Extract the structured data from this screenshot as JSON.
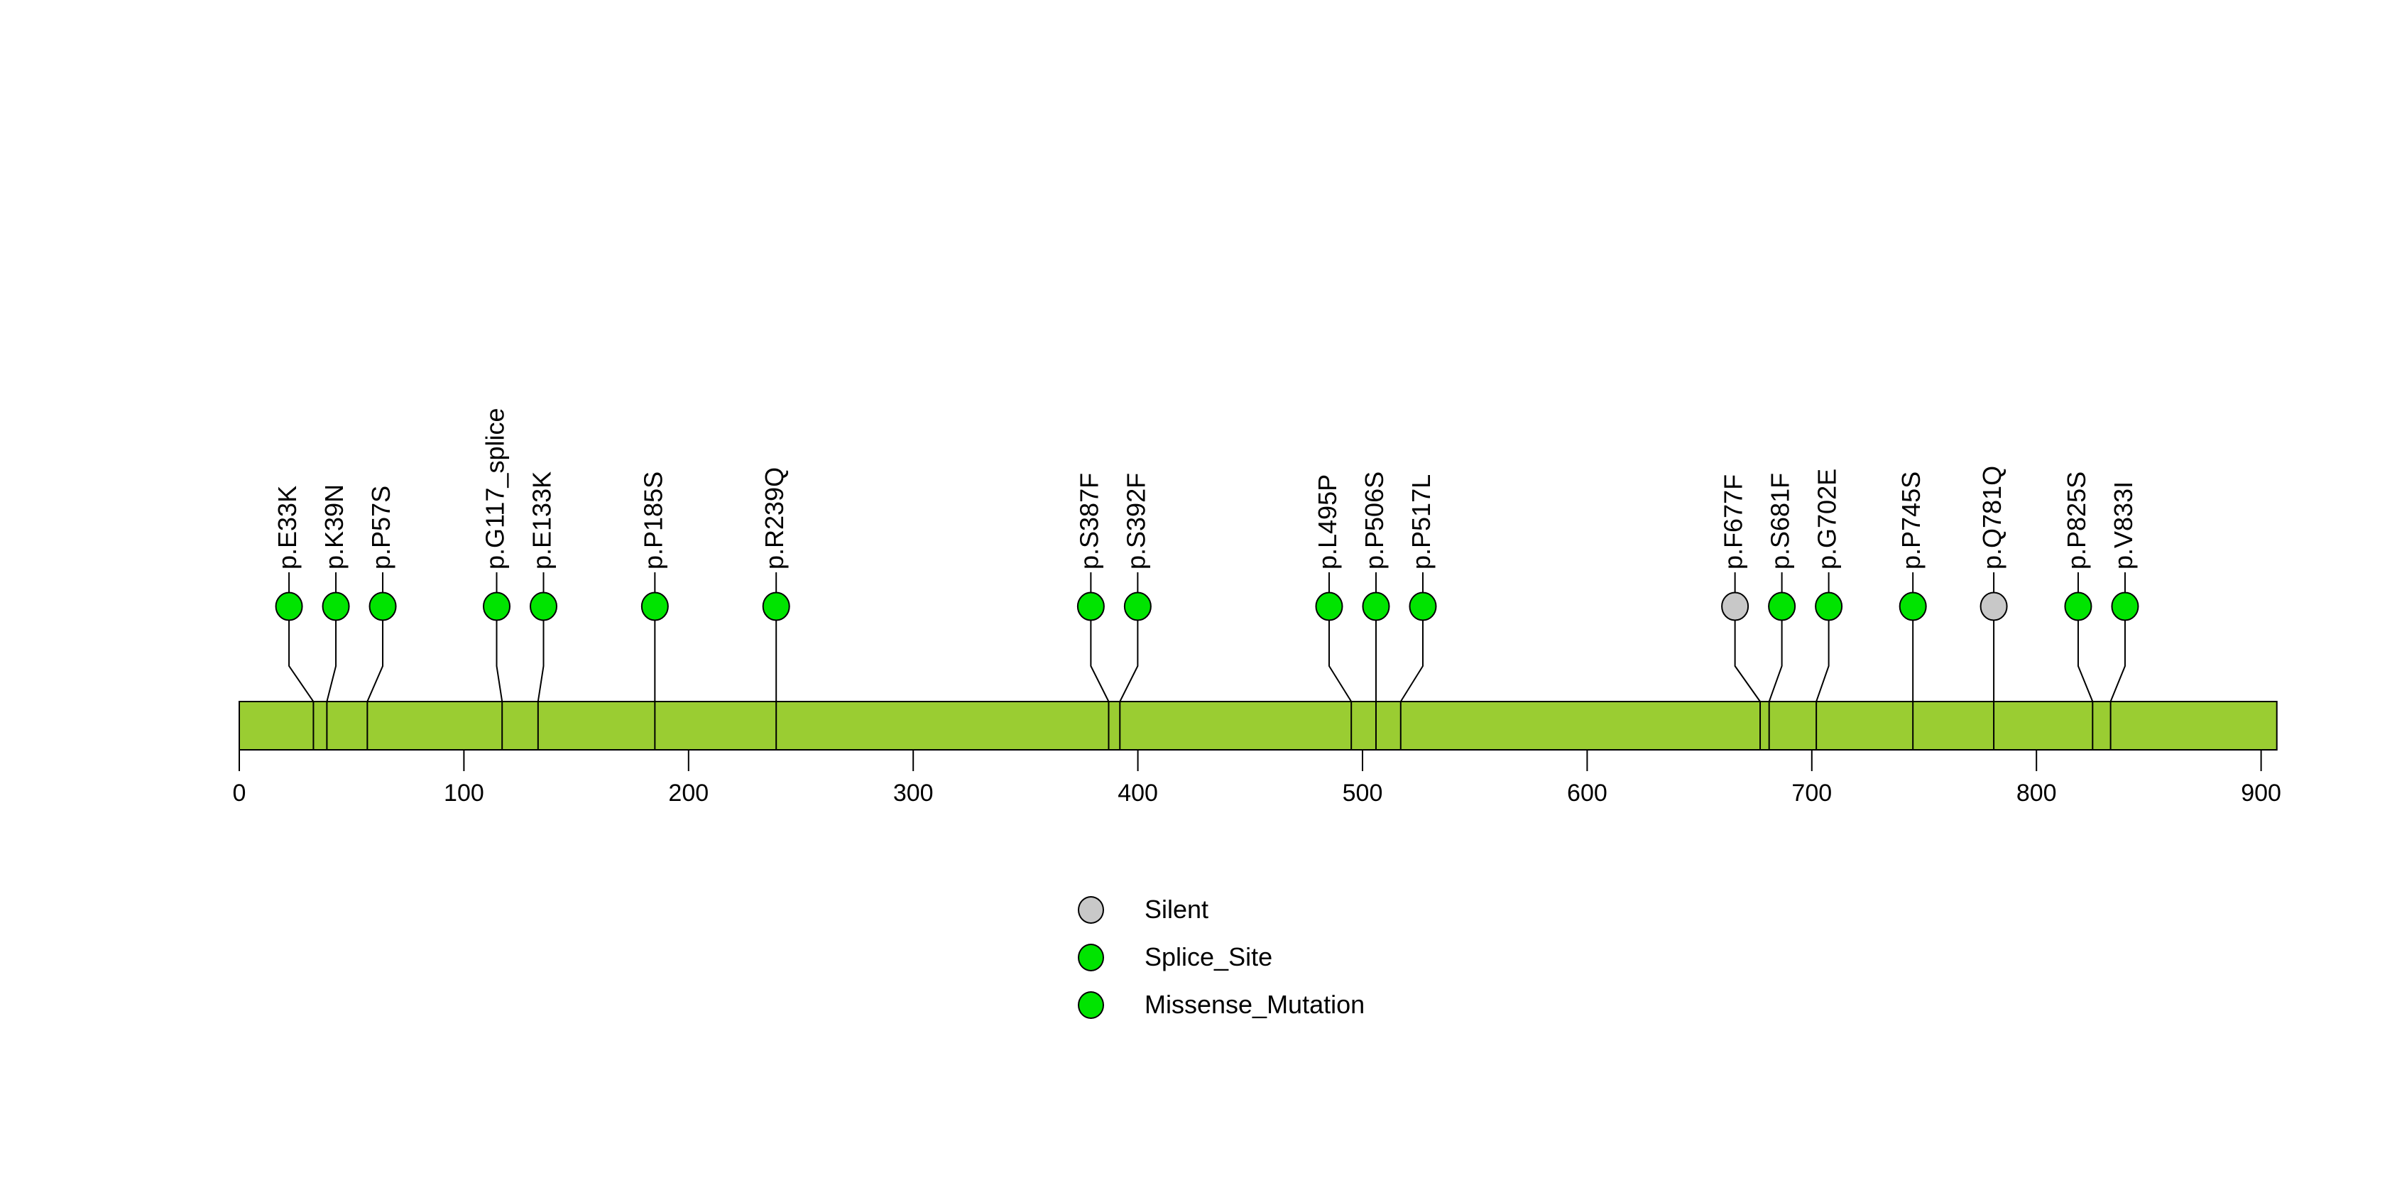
{
  "legend": {
    "items": [
      {
        "label": "Silent",
        "color": "#C8C8C8"
      },
      {
        "label": "Splice_Site",
        "color": "#00E400"
      },
      {
        "label": "Missense_Mutation",
        "color": "#00E400"
      }
    ]
  },
  "chart_data": {
    "type": "lollipop",
    "title": "",
    "xlabel": "",
    "x_axis": {
      "min": 0,
      "max": 907,
      "ticks": [
        0,
        100,
        200,
        300,
        400,
        500,
        600,
        700,
        800,
        900
      ]
    },
    "gene_body": {
      "start": 0,
      "end": 907,
      "color": "#9ACD32",
      "border_color": "#000000"
    },
    "mutation_classes": {
      "Silent": "#C8C8C8",
      "Splice_Site": "#00E400",
      "Missense_Mutation": "#00E400"
    },
    "mutations": [
      {
        "label": "p.E33K",
        "position": 33,
        "class": "Missense_Mutation"
      },
      {
        "label": "p.K39N",
        "position": 39,
        "class": "Missense_Mutation"
      },
      {
        "label": "p.P57S",
        "position": 57,
        "class": "Missense_Mutation"
      },
      {
        "label": "p.G117_splice",
        "position": 117,
        "class": "Splice_Site"
      },
      {
        "label": "p.E133K",
        "position": 133,
        "class": "Missense_Mutation"
      },
      {
        "label": "p.P185S",
        "position": 185,
        "class": "Missense_Mutation"
      },
      {
        "label": "p.R239Q",
        "position": 239,
        "class": "Missense_Mutation"
      },
      {
        "label": "p.S387F",
        "position": 387,
        "class": "Missense_Mutation"
      },
      {
        "label": "p.S392F",
        "position": 392,
        "class": "Missense_Mutation"
      },
      {
        "label": "p.L495P",
        "position": 495,
        "class": "Missense_Mutation"
      },
      {
        "label": "p.P506S",
        "position": 506,
        "class": "Missense_Mutation"
      },
      {
        "label": "p.P517L",
        "position": 517,
        "class": "Missense_Mutation"
      },
      {
        "label": "p.F677F",
        "position": 677,
        "class": "Silent"
      },
      {
        "label": "p.S681F",
        "position": 681,
        "class": "Missense_Mutation"
      },
      {
        "label": "p.G702E",
        "position": 702,
        "class": "Missense_Mutation"
      },
      {
        "label": "p.P745S",
        "position": 745,
        "class": "Missense_Mutation"
      },
      {
        "label": "p.Q781Q",
        "position": 781,
        "class": "Silent"
      },
      {
        "label": "p.P825S",
        "position": 825,
        "class": "Missense_Mutation"
      },
      {
        "label": "p.V833I",
        "position": 833,
        "class": "Missense_Mutation"
      }
    ]
  }
}
